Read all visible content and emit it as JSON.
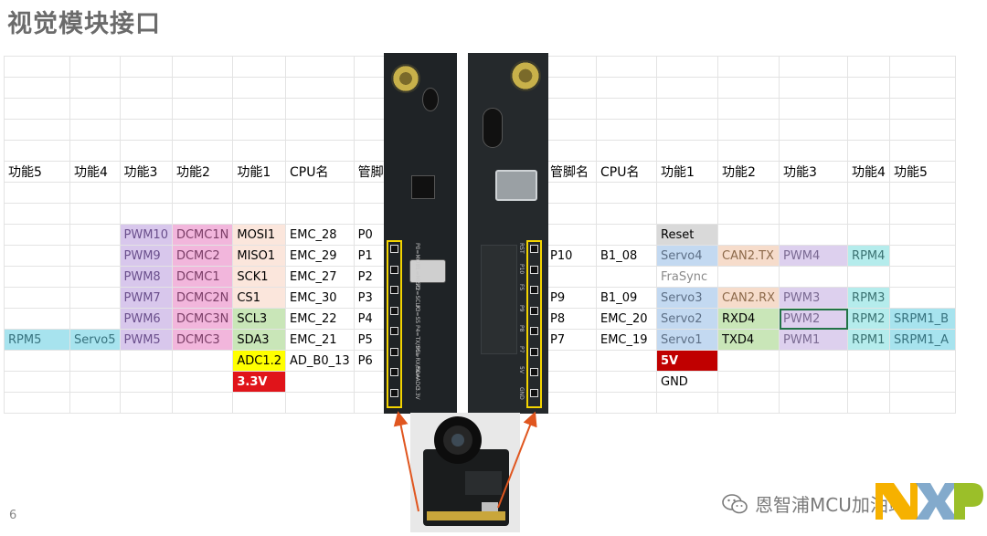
{
  "title": "视觉模块接口",
  "slide_number": "6",
  "watermark": "恩智浦MCU加油站",
  "logo": {
    "text": "NXP",
    "colors": {
      "n": "#f6b100",
      "x": "#6d9bc3",
      "p": "#9bbf29"
    }
  },
  "left_table": {
    "headers": [
      "功能5",
      "功能4",
      "功能3",
      "功能2",
      "功能1",
      "CPU名",
      "管脚名"
    ],
    "rows": [
      {
        "f5": "",
        "f4": "",
        "f3": "PWM10",
        "f2": "DCMC1N",
        "f1": "MOSI1",
        "cpu": "EMC_28",
        "pin": "P0"
      },
      {
        "f5": "",
        "f4": "",
        "f3": "PWM9",
        "f2": "DCMC2",
        "f1": "MISO1",
        "cpu": "EMC_29",
        "pin": "P1"
      },
      {
        "f5": "",
        "f4": "",
        "f3": "PWM8",
        "f2": "DCMC1",
        "f1": "SCK1",
        "cpu": "EMC_27",
        "pin": "P2"
      },
      {
        "f5": "",
        "f4": "",
        "f3": "PWM7",
        "f2": "DCMC2N",
        "f1": "CS1",
        "cpu": "EMC_30",
        "pin": "P3"
      },
      {
        "f5": "",
        "f4": "",
        "f3": "PWM6",
        "f2": "DCMC3N",
        "f1": "SCL3",
        "cpu": "EMC_22",
        "pin": "P4"
      },
      {
        "f5": "RPM5",
        "f4": "Servo5",
        "f3": "PWM5",
        "f2": "DCMC3",
        "f1": "SDA3",
        "cpu": "EMC_21",
        "pin": "P5"
      },
      {
        "f5": "",
        "f4": "",
        "f3": "",
        "f2": "",
        "f1": "ADC1.2",
        "cpu": "AD_B0_13",
        "pin": "P6"
      },
      {
        "f5": "",
        "f4": "",
        "f3": "",
        "f2": "",
        "f1": "3.3V",
        "cpu": "",
        "pin": ""
      }
    ]
  },
  "right_table": {
    "headers": [
      "管脚名",
      "CPU名",
      "功能1",
      "功能2",
      "功能3",
      "功能4",
      "功能5"
    ],
    "rows": [
      {
        "pin": "",
        "cpu": "",
        "f1": "Reset",
        "f2": "",
        "f3": "",
        "f4": "",
        "f5": ""
      },
      {
        "pin": "P10",
        "cpu": "B1_08",
        "f1": "Servo4",
        "f2": "CAN2.TX",
        "f3": "PWM4",
        "f4": "RPM4",
        "f5": ""
      },
      {
        "pin": "",
        "cpu": "",
        "f1": "FraSync",
        "f2": "",
        "f3": "",
        "f4": "",
        "f5": ""
      },
      {
        "pin": "P9",
        "cpu": "B1_09",
        "f1": "Servo3",
        "f2": "CAN2.RX",
        "f3": "PWM3",
        "f4": "RPM3",
        "f5": ""
      },
      {
        "pin": "P8",
        "cpu": "EMC_20",
        "f1": "Servo2",
        "f2": "RXD4",
        "f3": "PWM2",
        "f4": "RPM2",
        "f5": "SRPM1_B"
      },
      {
        "pin": "P7",
        "cpu": "EMC_19",
        "f1": "Servo1",
        "f2": "TXD4",
        "f3": "PWM1",
        "f4": "RPM1",
        "f5": "SRPM1_A"
      },
      {
        "pin": "",
        "cpu": "",
        "f1": "5V",
        "f2": "",
        "f3": "",
        "f4": "",
        "f5": ""
      },
      {
        "pin": "",
        "cpu": "",
        "f1": "GND",
        "f2": "",
        "f3": "",
        "f4": "",
        "f5": ""
      }
    ]
  },
  "board_left_silk": [
    "P0=MOSI",
    "P1=MISO",
    "P2=SCLK",
    "P3=SS",
    "P4=TX/SCL",
    "P5=RX/SDA",
    "P6=ADC",
    "3.3V"
  ],
  "board_right_silk": [
    "RST",
    "P10",
    "FS",
    "P9",
    "P8",
    "P7",
    "5V",
    "GND"
  ],
  "colors": {
    "arrow": "#e0561f",
    "pin_highlight": "#f3d400"
  }
}
